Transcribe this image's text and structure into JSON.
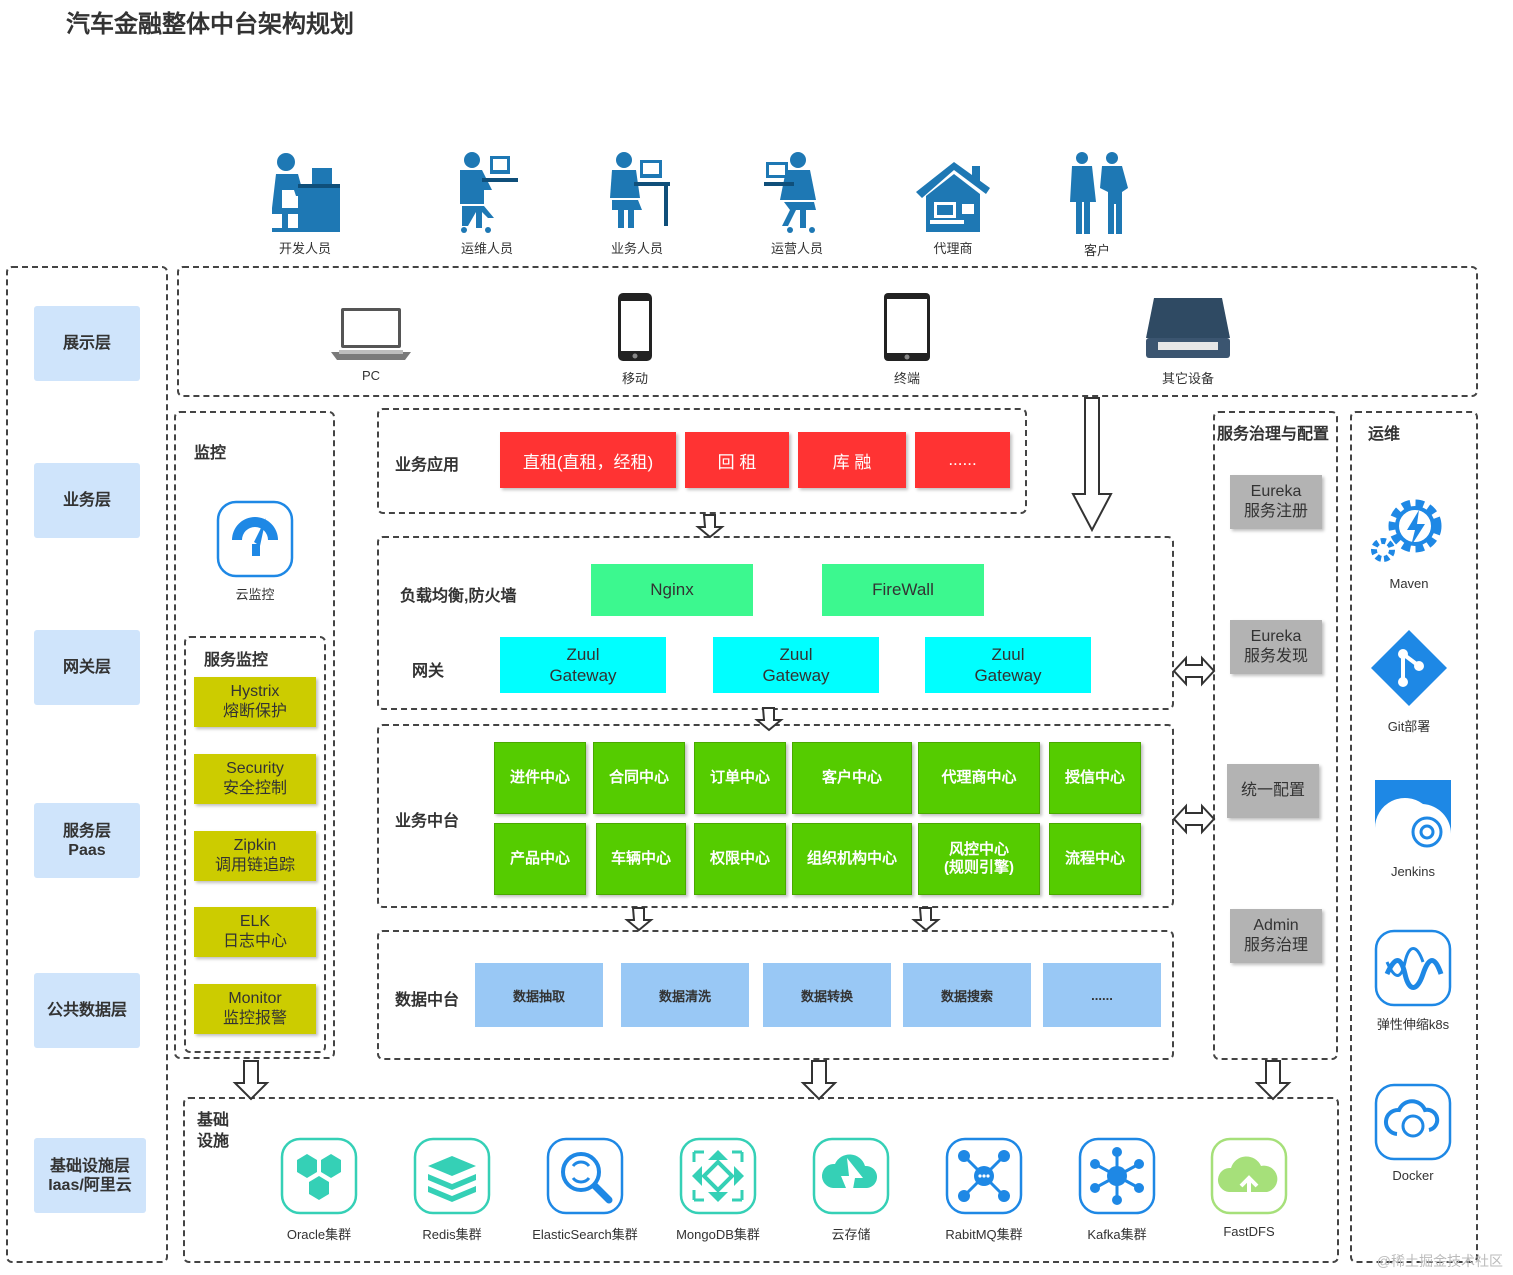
{
  "title": "汽车金融整体中台架构规划",
  "layers": [
    "展示层",
    "业务层",
    "网关层",
    "服务层\nPaas",
    "公共数据层",
    "基础设施层\nIaas/阿里云"
  ],
  "users": [
    "开发人员",
    "运维人员",
    "业务人员",
    "运营人员",
    "代理商",
    "客户"
  ],
  "devices": [
    "PC",
    "移动",
    "终端",
    "其它设备"
  ],
  "monitor": {
    "title": "监控",
    "cloud_label": "云监控",
    "service_title": "服务监控",
    "items": [
      "Hystrix\n熔断保护",
      "Security\n安全控制",
      "Zipkin\n调用链追踪",
      "ELK\n日志中心",
      "Monitor\n监控报警"
    ]
  },
  "business_app": {
    "label": "业务应用",
    "items": [
      "直租(直租，经租)",
      "回 租",
      "库 融",
      "......"
    ]
  },
  "gateway": {
    "lb_label": "负载均衡,防火墙",
    "lb_items": [
      "Nginx",
      "FireWall"
    ],
    "gw_label": "网关",
    "gw_items": [
      "Zuul\nGateway",
      "Zuul\nGateway",
      "Zuul\nGateway"
    ]
  },
  "business_center": {
    "label": "业务中台",
    "row1": [
      "进件中心",
      "合同中心",
      "订单中心",
      "客户中心",
      "代理商中心",
      "授信中心"
    ],
    "row2": [
      "产品中心",
      "车辆中心",
      "权限中心",
      "组织机构中心",
      "风控中心\n(规则引擎)",
      "流程中心"
    ]
  },
  "data_center": {
    "label": "数据中台",
    "items": [
      "数据抽取",
      "数据清洗",
      "数据转换",
      "数据搜索",
      "......"
    ]
  },
  "governance": {
    "title": "服务治理与配置",
    "items": [
      "Eureka\n服务注册",
      "Eureka\n服务发现",
      "统一配置",
      "Admin\n服务治理"
    ]
  },
  "ops": {
    "title": "运维",
    "items": [
      "Maven",
      "Git部署",
      "Jenkins",
      "弹性伸缩k8s",
      "Docker"
    ]
  },
  "infra": {
    "label": "基础\n设施",
    "items": [
      "Oracle集群",
      "Redis集群",
      "ElasticSearch集群",
      "MongoDB集群",
      "云存储",
      "RabitMQ集群",
      "Kafka集群",
      "FastDFS"
    ]
  },
  "watermark": "@稀土掘金技术社区",
  "colors": {
    "layer_bg": "#cfe4fb",
    "business_red": "#ff3333",
    "lb_green": "#3cf88f",
    "gateway_cyan": "#00ffff",
    "center_green": "#55cc00",
    "data_blue": "#99c8f5",
    "monitor_yellow": "#cccc00",
    "gov_gray": "#b3b3b3",
    "icon_blue": "#1e78b4",
    "infra_teal": "#35d0b6"
  }
}
